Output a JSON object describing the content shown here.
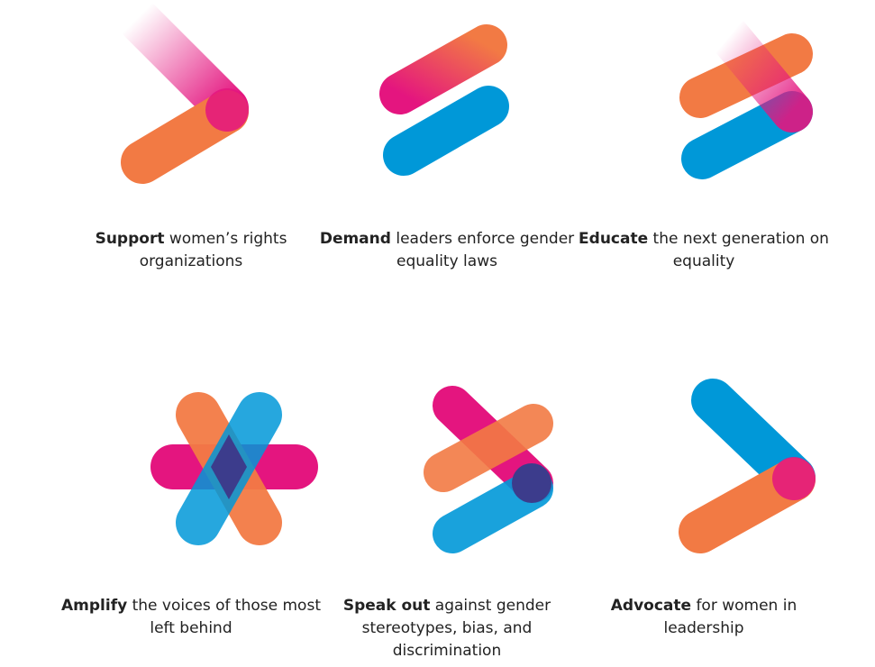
{
  "items": [
    {
      "bold": "Support",
      "rest": " women’s rights organizations",
      "icon": "chevron-right-icon"
    },
    {
      "bold": "Demand",
      "rest": " leaders enforce gender equality laws",
      "icon": "double-bar-icon"
    },
    {
      "bold": "Educate",
      "rest": " the next generation on equality",
      "icon": "crossed-bars-icon"
    },
    {
      "bold": "Amplify",
      "rest": " the voices of those most left behind",
      "icon": "asterisk-icon"
    },
    {
      "bold": "Speak out",
      "rest": " against gender stereotypes, bias, and discrimination",
      "icon": "crossed-bars-icon"
    },
    {
      "bold": "Advocate",
      "rest": " for women in leadership",
      "icon": "chevron-right-icon"
    }
  ],
  "colors": {
    "orange": "#f27a44",
    "pink": "#e4157f",
    "blue": "#0098d8",
    "navy": "#3c3c8c",
    "red": "#e62f3a"
  }
}
